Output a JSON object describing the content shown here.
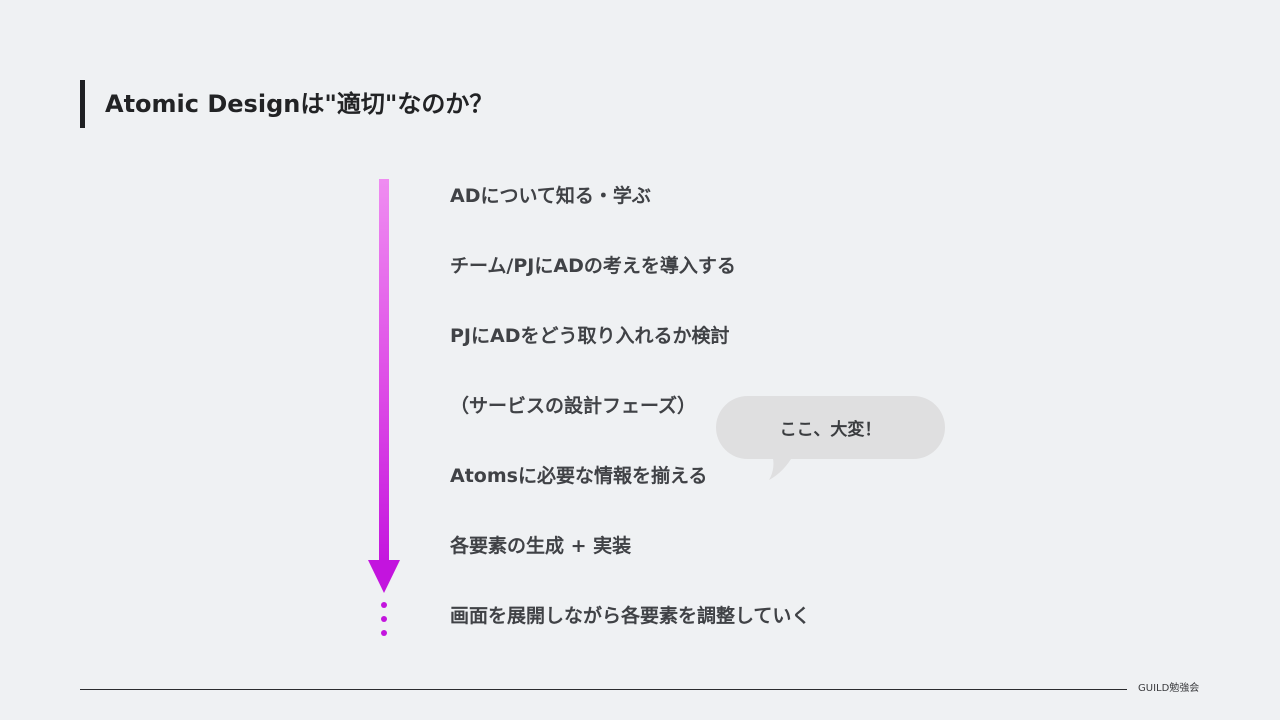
{
  "slide": {
    "title": "Atomic Designは\"適切\"なのか？",
    "steps": [
      "ADについて知る・学ぶ",
      "チーム/PJにADの考えを導入する",
      "PJにADをどう取り入れるか検討",
      "（サービスの設計フェーズ）",
      "Atomsに必要な情報を揃える",
      "各要素の生成 + 実装",
      "画面を展開しながら各要素を調整していく"
    ],
    "callout": "ここ、大変！",
    "footer": "GUILD勉強会"
  },
  "colors": {
    "background": "#eff1f3",
    "arrow_top": "#ef8df1",
    "arrow_bottom": "#c417de",
    "bubble": "#dfdfe0",
    "text": "#404246"
  }
}
